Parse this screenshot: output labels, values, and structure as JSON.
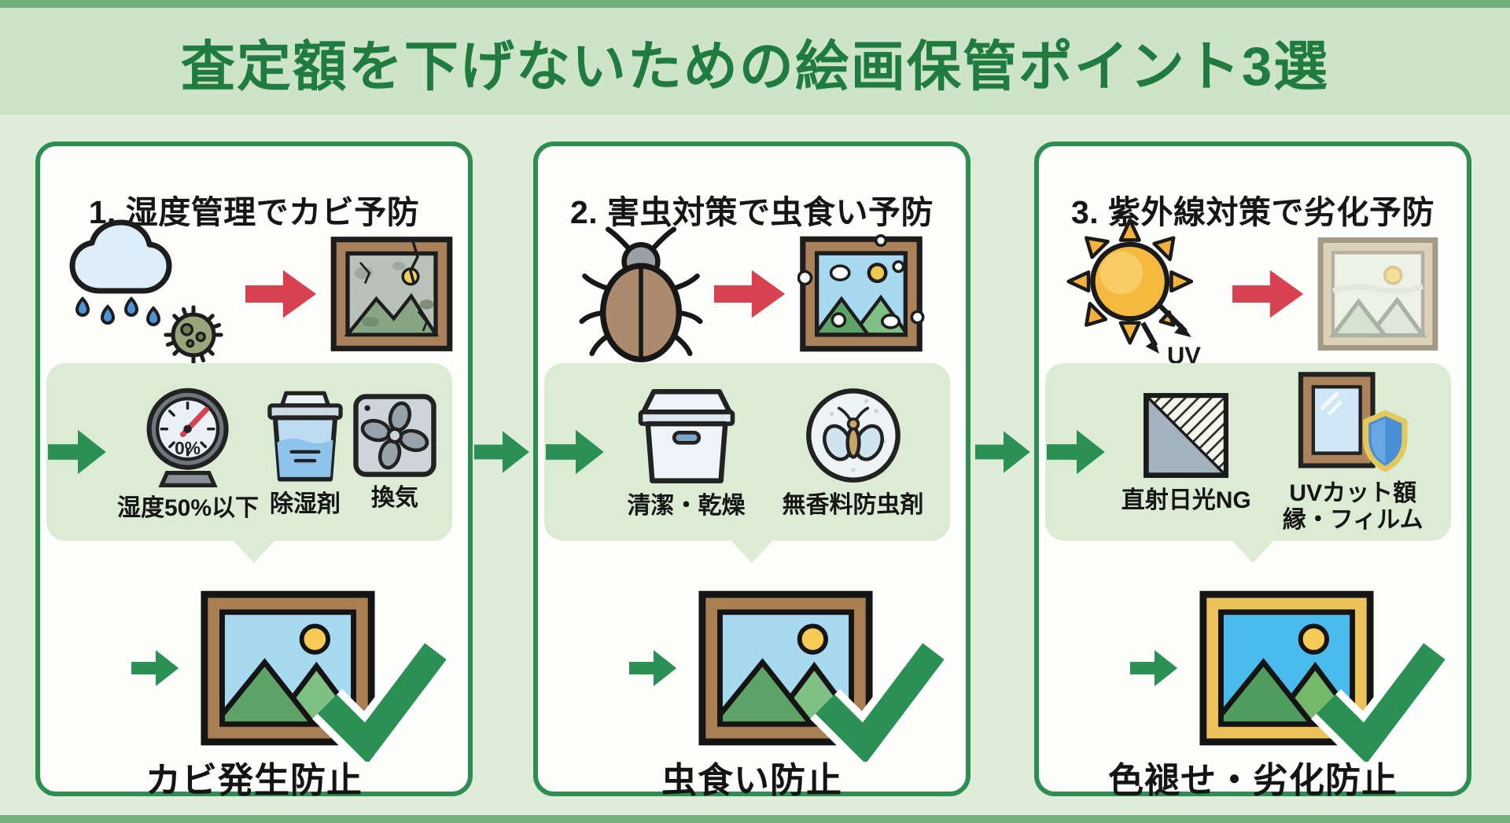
{
  "title": "査定額を下げないための絵画保管ポイント3選",
  "colors": {
    "accent_green": "#2e8e52",
    "arrow_green": "#2b9053",
    "band_green": "#dcebd4",
    "title_green": "#1f7b40",
    "alert_red": "#d8414f",
    "page_bg": "#dfecd9",
    "title_band_bg": "#cde4c9"
  },
  "cards": [
    {
      "heading": "1. 湿度管理でカビ予防",
      "cause_icons": [
        "rain-cloud-icon",
        "mold-germ-icon"
      ],
      "damage_icon": "moldy-painting-icon",
      "solutions": [
        {
          "icon": "hygrometer-icon",
          "label": "湿度50%以下",
          "gauge_value": "0%"
        },
        {
          "icon": "dehumidifier-icon",
          "label": "除湿剤"
        },
        {
          "icon": "ventilation-fan-icon",
          "label": "換気"
        }
      ],
      "result": "カビ発生防止",
      "result_icon": "healthy-painting-check-icon"
    },
    {
      "heading": "2. 害虫対策で虫食い予防",
      "cause_icons": [
        "beetle-icon"
      ],
      "damage_icon": "hole-eaten-painting-icon",
      "solutions": [
        {
          "icon": "storage-box-icon",
          "label": "清潔・乾燥"
        },
        {
          "icon": "moth-repellent-icon",
          "label": "無香料防虫剤"
        }
      ],
      "result": "虫食い防止",
      "result_icon": "healthy-painting-check-icon"
    },
    {
      "heading": "3. 紫外線対策で劣化予防",
      "cause_icons": [
        "sun-uv-icon"
      ],
      "uv_label": "UV",
      "damage_icon": "faded-painting-icon",
      "solutions": [
        {
          "icon": "no-direct-sunlight-icon",
          "label": "直射日光NG"
        },
        {
          "icon": "uv-cut-frame-shield-icon",
          "label": "UVカット額縁・フィルム"
        }
      ],
      "result": "色褪せ・劣化防止",
      "result_icon": "healthy-painting-gold-check-icon"
    }
  ]
}
